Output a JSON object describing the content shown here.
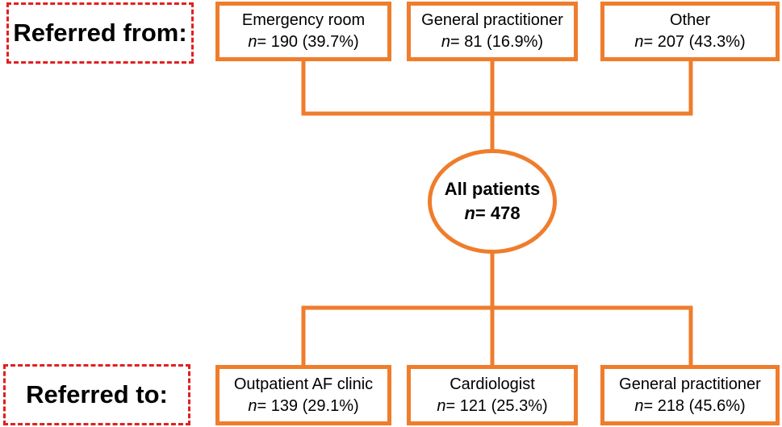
{
  "labels": {
    "referred_from": "Referred from:",
    "referred_to": "Referred to:"
  },
  "center": {
    "title": "All patients",
    "n_prefix": "n",
    "n_value": "= 478"
  },
  "from_nodes": [
    {
      "name": "Emergency room",
      "n_prefix": "n",
      "count": "= 190 (39.7%)"
    },
    {
      "name": "General practitioner",
      "n_prefix": "n",
      "count": "= 81 (16.9%)"
    },
    {
      "name": "Other",
      "n_prefix": "n",
      "count": "= 207 (43.3%)"
    }
  ],
  "to_nodes": [
    {
      "name": "Outpatient AF clinic",
      "n_prefix": "n",
      "count": "= 139 (29.1%)"
    },
    {
      "name": "Cardiologist",
      "n_prefix": "n",
      "count": "= 121 (25.3%)"
    },
    {
      "name": "General practitioner",
      "n_prefix": "n",
      "count": "= 218 (45.6%)"
    }
  ],
  "colors": {
    "node_border": "#ef7d2c",
    "label_border": "#e02020"
  }
}
